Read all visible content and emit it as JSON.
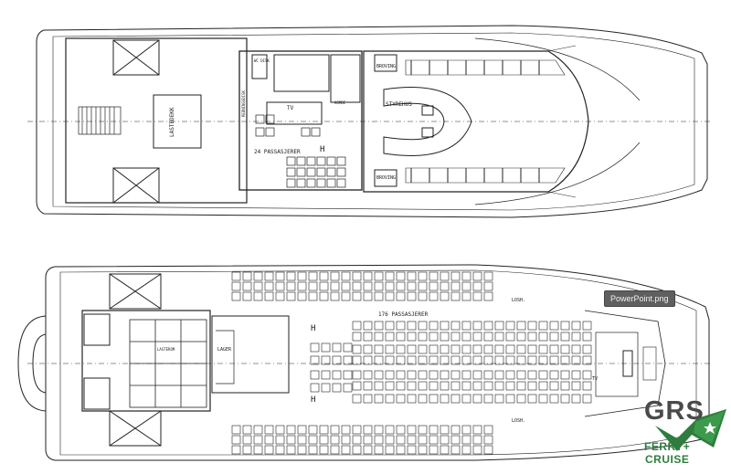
{
  "upper_deck": {
    "label_lastedeck": "LASTEDEKK",
    "label_passengers": "24 PASSASJERER",
    "label_styrehus": "STYREHUS",
    "label_broving_top": "BROVING",
    "label_broving_bottom": "BROVING",
    "label_tv": "TV",
    "label_wc": "WC DISK",
    "label_kombi": "KOMBI",
    "label_redningsdisk": "REDNINGSDISK",
    "label_h": "H"
  },
  "main_deck": {
    "label_passengers": "176 PASSASJERER",
    "label_lager": "LAGER",
    "label_lasterom": "LASTEROM",
    "label_losh_top": "LOSH.",
    "label_losh_bottom": "LOSH.",
    "label_h": "H",
    "label_tv": "TV"
  },
  "tooltip": {
    "text": "PowerPoint.png"
  },
  "logo": {
    "name": "GRS",
    "line1": "FERRY+",
    "line2": "CRUISE",
    "color": "#2e7d3e"
  }
}
